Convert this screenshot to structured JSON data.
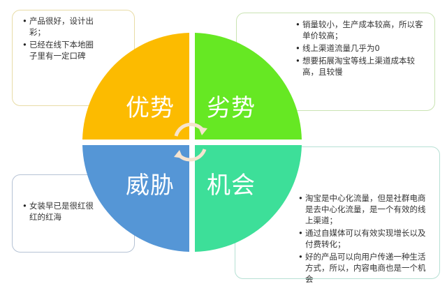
{
  "swot": {
    "strengths": {
      "label": "优势",
      "color": "#fcbb00",
      "items": [
        "产品很好，设计出彩；",
        "已经在线下本地圈子里有一定口碑"
      ]
    },
    "weaknesses": {
      "label": "劣势",
      "color": "#66e823",
      "items": [
        "销量较小，生产成本较高，所以客单价较高；",
        "线上渠道流量几乎为0",
        "想要拓展淘宝等线上渠道成本较高，且较慢"
      ]
    },
    "threats": {
      "label": "威胁",
      "color": "#5596d6",
      "items": [
        "女装早已是很红很红的红海"
      ]
    },
    "opportunities": {
      "label": "机会",
      "color": "#3ddf99",
      "items": [
        "淘宝是中心化流量，但是社群电商是去中心化流量，是一个有效的线上渠道；",
        "通过自媒体可以有效实现增长以及付费转化；",
        "好的产品可以向用户传递一种生活方式，所以，内容电商也是一个机会"
      ]
    }
  },
  "cycle_icon": {
    "name": "cycle-arrows-icon",
    "color": "#f6e4cf"
  }
}
